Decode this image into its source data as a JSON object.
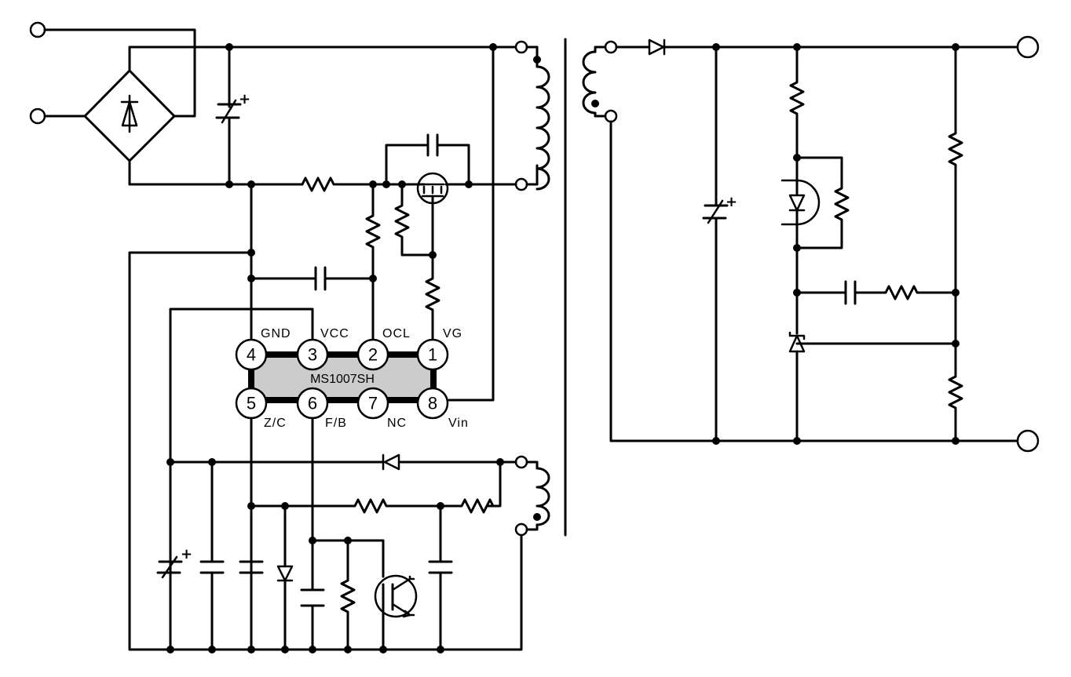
{
  "diagram": {
    "ic": {
      "part_number": "MS1007SH",
      "pins": [
        {
          "number": "1",
          "label": "VG"
        },
        {
          "number": "2",
          "label": "OCL"
        },
        {
          "number": "3",
          "label": "VCC"
        },
        {
          "number": "4",
          "label": "GND"
        },
        {
          "number": "5",
          "label": "Z/C"
        },
        {
          "number": "6",
          "label": "F/B"
        },
        {
          "number": "7",
          "label": "NC"
        },
        {
          "number": "8",
          "label": "Vin"
        }
      ]
    },
    "polarity_mark": "+",
    "colors": {
      "line": "#000000",
      "ic_body_fill": "#cccccc",
      "background": "#ffffff"
    }
  }
}
